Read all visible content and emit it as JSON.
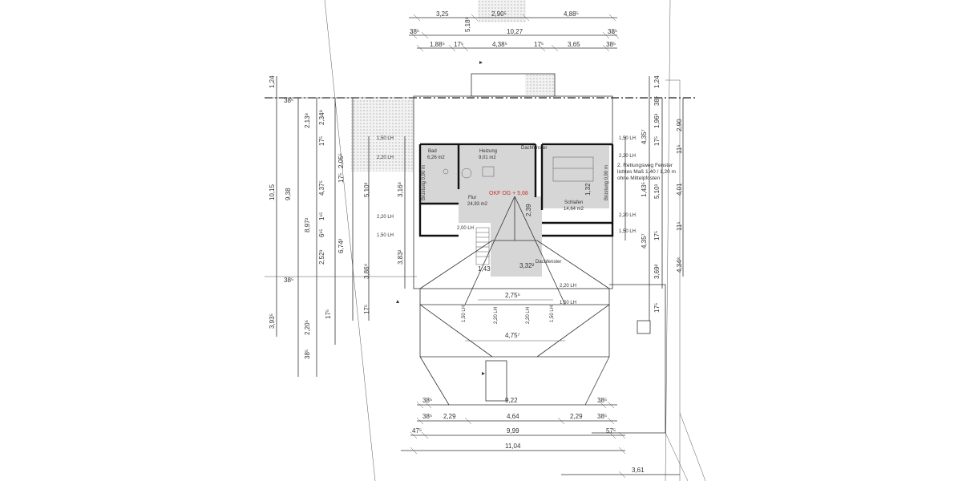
{
  "dims_top": {
    "a": "3,25",
    "b": "2,90⁵",
    "c": "4,88⁵",
    "d": "5,18⁶",
    "e": "38⁵",
    "f": "10,27",
    "g": "38⁵",
    "h": "1,88⁵",
    "i": "17⁵",
    "j": "4,38⁵",
    "k": "17⁵",
    "l": "3,65",
    "m": "38⁵"
  },
  "dims_left": {
    "a": "1,24",
    "b": "38⁵",
    "c": "10,15",
    "d": "9,38",
    "e": "2,13⁸",
    "f": "2,34⁸",
    "g": "17⁵",
    "h": "4,37⁵",
    "i": "17⁵",
    "j": "2,05⁵",
    "k": "8,97²",
    "l": "6¹⁵",
    "m": "1¹⁵",
    "n": "6,74²",
    "o": "2,52³",
    "p": "38⁵",
    "q": "3,86⁹",
    "r": "17⁵",
    "s": "3,93⁵",
    "t": "2,20⁵",
    "u": "17⁵",
    "v": "38⁵",
    "w": "5,10³",
    "x": "3,16⁸",
    "y": "3,83²"
  },
  "dims_right": {
    "a": "1,24",
    "b": "38⁵",
    "c": "1,96³",
    "d": "2,90",
    "e": "4,35⁷",
    "f": "17⁵",
    "g": "11⁵",
    "h": "5,10³",
    "i": "1,43⁵",
    "j": "4,01",
    "k": "11⁵",
    "l": "4,35⁷",
    "m": "17⁵",
    "n": "3,69²",
    "o": "4,34⁸",
    "p": "17⁵",
    "q": "1,32"
  },
  "dims_bottom": {
    "a": "38⁵",
    "b": "9,22",
    "c": "38⁵",
    "d": "38⁵",
    "e": "2,29",
    "f": "4,64",
    "g": "2,29",
    "h": "38⁵",
    "i": "47⁵",
    "j": "9,99",
    "k": "57⁵",
    "l": "11,04",
    "m": "3,61"
  },
  "interior_dims": {
    "roof_a": "2,75⁵",
    "roof_b": "4,75⁷",
    "roof_c": "3,32²",
    "stair": "1,43",
    "hall": "2,39"
  },
  "lh_labels": {
    "l1": "1,50 LH",
    "l2": "2,20 LH",
    "l3": "2,20 LH",
    "l4": "1,50 LH",
    "r1": "1,50 LH",
    "r2": "2,20 LH",
    "r3": "2,20 LH",
    "r4": "1,50 LH",
    "c1": "2,00 LH",
    "c2": "2,20 LH",
    "c3": "1,50 LH",
    "v1": "1,50 LH",
    "v2": "2,20 LH",
    "v3": "2,20 LH",
    "v4": "1,50 LH"
  },
  "rooms": {
    "bad": {
      "name": "Bad",
      "area": "6,26 m2"
    },
    "heizung": {
      "name": "Heizung",
      "area": "9,01 m2"
    },
    "flur": {
      "name": "Flur",
      "area": "24,93 m2"
    },
    "schlafen": {
      "name": "Schlafen",
      "area": "14,64 m2"
    }
  },
  "level_label": "OKF OG + 5,68",
  "dachfenster_a": "Dachfenster",
  "dachfenster_b": "Dachfenster",
  "note": {
    "l1": "2. Rettungsweg Fenster",
    "l2": "lichtes Maß 1,40 / 1,20 m",
    "l3": "ohne Mittelpfosten"
  },
  "brustung_l": "Brüstung 0,90 m",
  "brustung_r": "Brüstung 0,90 m",
  "colors": {
    "line": "#333333",
    "hatch": "#c8c8c8",
    "room": "#d8d8d8",
    "level": "#c0392b"
  }
}
